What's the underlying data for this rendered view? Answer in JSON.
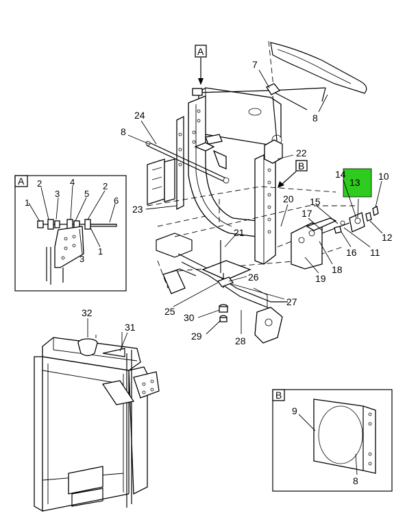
{
  "diagram": {
    "inset_a_letter": "A",
    "inset_b_letter": "B",
    "callout_a_letter": "A",
    "callout_b_letter": "B",
    "highlight_color": "#2ecc1e",
    "labels": {
      "l7": "7",
      "l8_top": "8",
      "l24": "24",
      "l8_left": "8",
      "l22": "22",
      "l14": "14",
      "l13": "13",
      "l10": "10",
      "l20": "20",
      "l15": "15",
      "l17": "17",
      "l12": "12",
      "l16": "16",
      "l11": "11",
      "l18": "18",
      "l19": "19",
      "l21": "21",
      "l23": "23",
      "l26": "26",
      "l27": "27",
      "l25": "25",
      "l30": "30",
      "l29": "29",
      "l28": "28",
      "l32": "32",
      "l31": "31",
      "a_2": "2",
      "a_3": "3",
      "a_4": "4",
      "a_5": "5",
      "a_2b": "2",
      "a_1": "1",
      "a_6": "6",
      "a_3b": "3",
      "a_1b": "1",
      "b_9": "9",
      "b_8": "8"
    }
  }
}
